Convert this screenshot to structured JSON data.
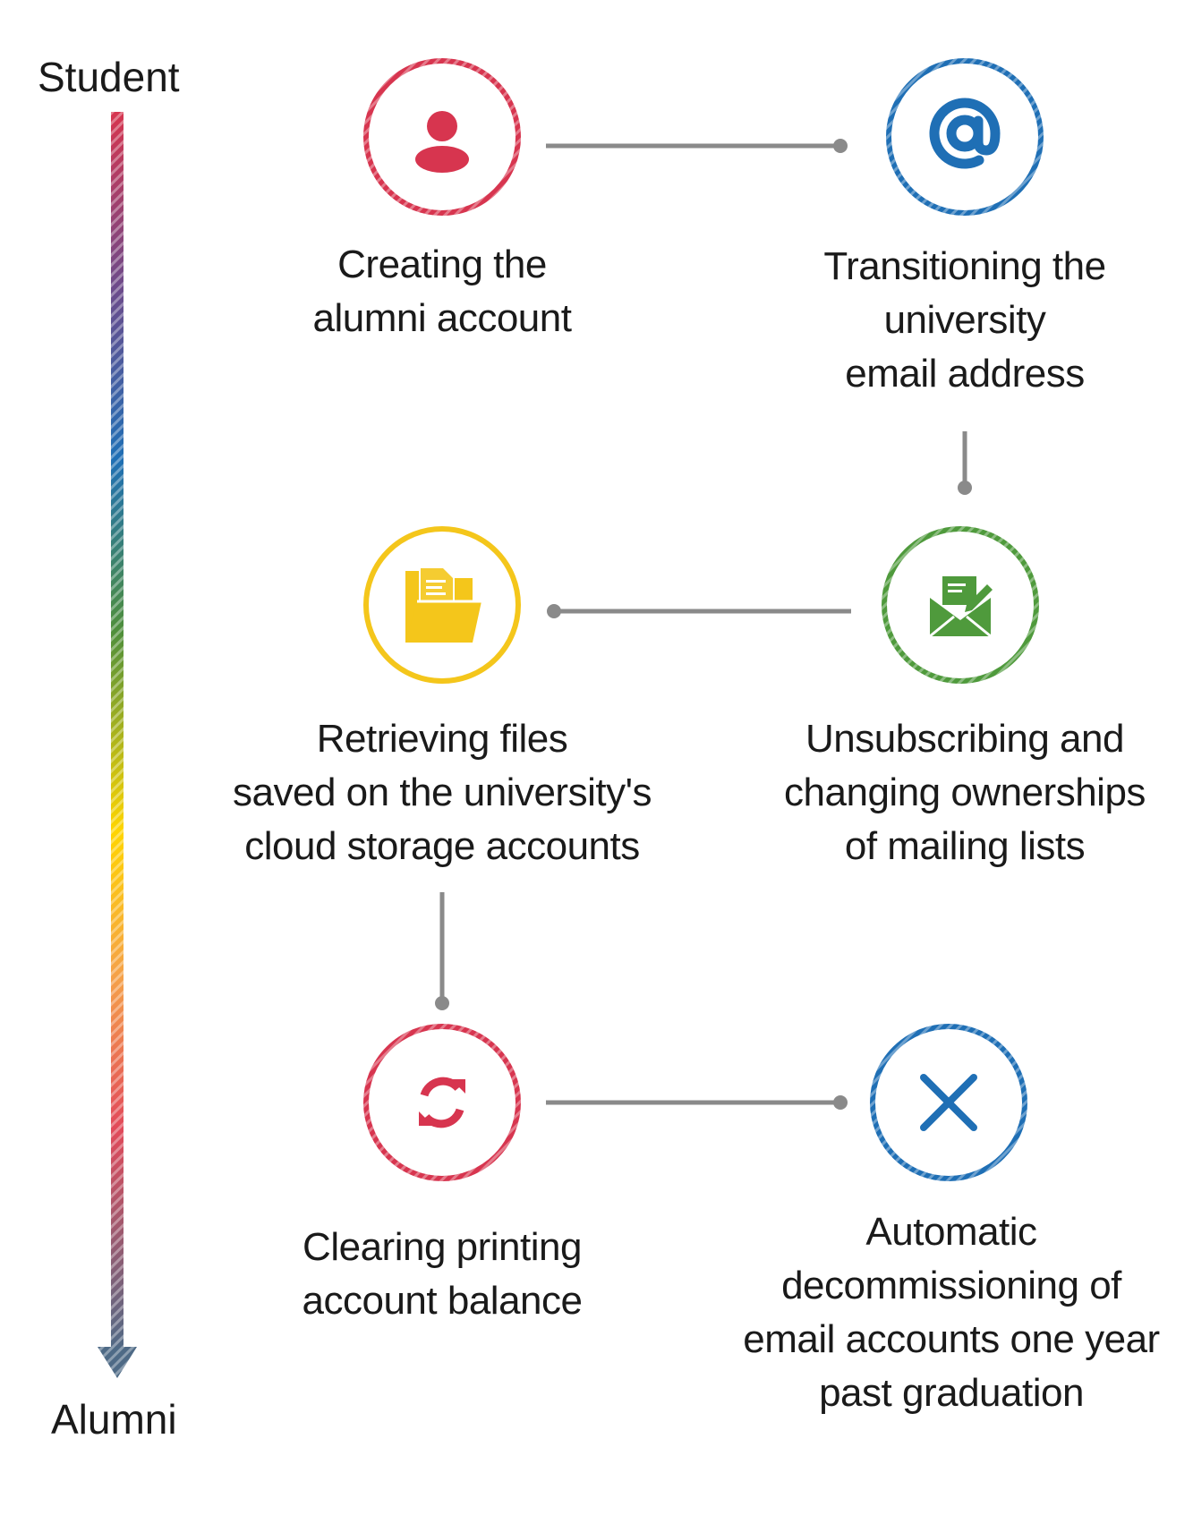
{
  "axis": {
    "start_label": "Student",
    "end_label": "Alumni",
    "gradient": [
      "#d7354f",
      "#6e4a8a",
      "#1f6fb5",
      "#4f8f3a",
      "#ffd500",
      "#f5a04a",
      "#e24a5a",
      "#4e6a86"
    ]
  },
  "steps": [
    {
      "id": "create",
      "icon": "user-icon",
      "color": "#d7354f",
      "label": [
        "Creating the",
        "alumni account"
      ]
    },
    {
      "id": "email",
      "icon": "at-sign-icon",
      "color": "#1f6fb5",
      "label": [
        "Transitioning the",
        "university",
        "email address"
      ]
    },
    {
      "id": "mailing",
      "icon": "envelope-edit-icon",
      "color": "#4f9a3c",
      "label": [
        "Unsubscribing and",
        "changing ownerships",
        "of mailing lists"
      ]
    },
    {
      "id": "files",
      "icon": "folder-icon",
      "color": "#f4c61b",
      "label": [
        "Retrieving files",
        "saved on the university's",
        "cloud storage accounts"
      ]
    },
    {
      "id": "printing",
      "icon": "refresh-icon",
      "color": "#d7354f",
      "label": [
        "Clearing printing",
        "account balance"
      ]
    },
    {
      "id": "decommission",
      "icon": "close-icon",
      "color": "#1f6fb5",
      "label": [
        "Automatic",
        "decommissioning of",
        "email accounts one year",
        "past graduation"
      ]
    }
  ],
  "connector_color": "#8a8a8a"
}
